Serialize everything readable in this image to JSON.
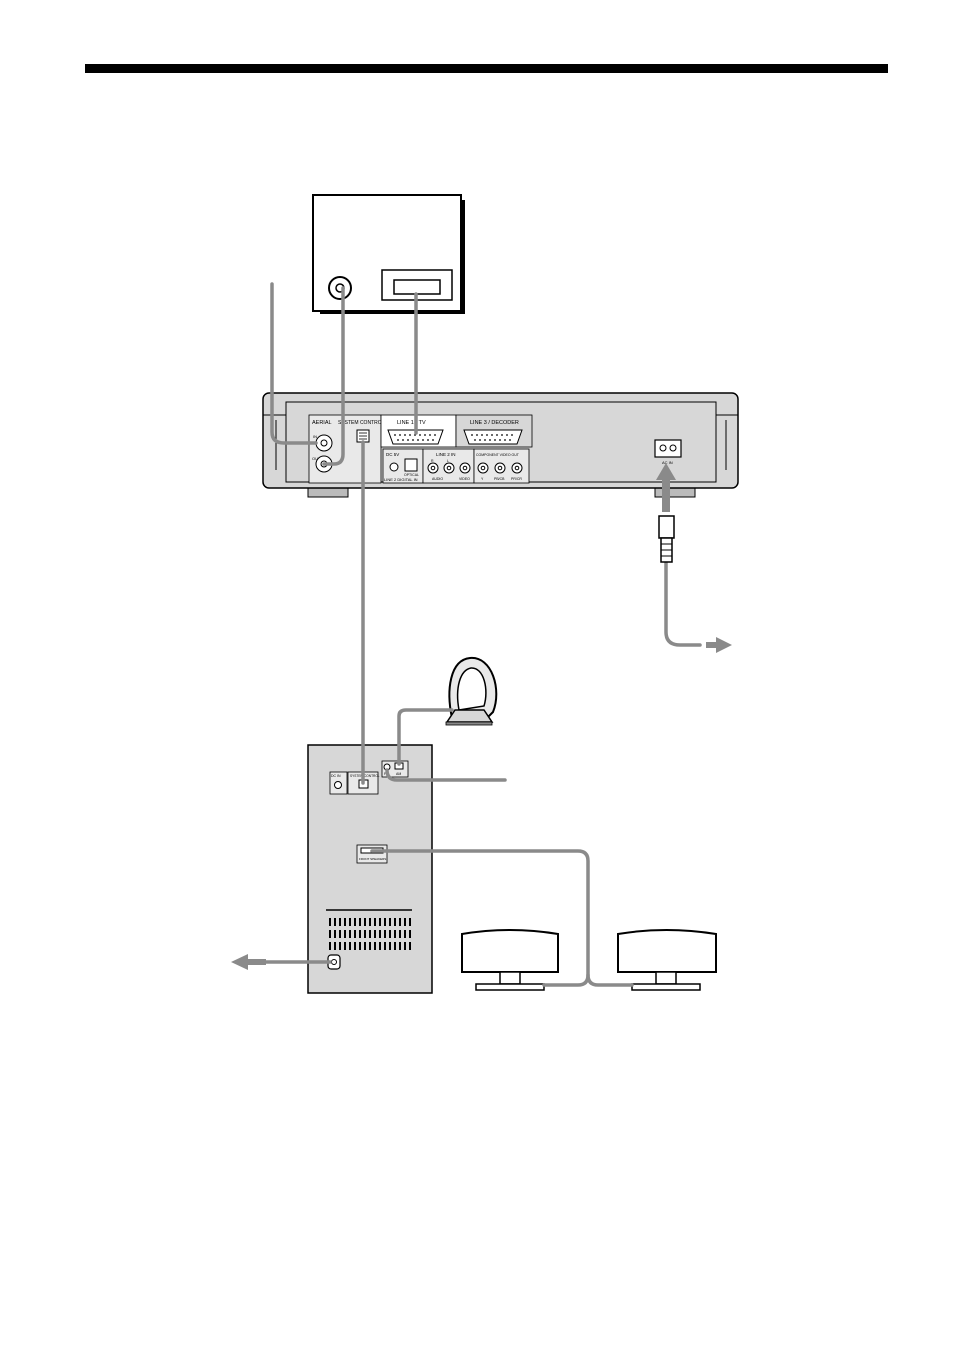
{
  "colors": {
    "rule": "#000000",
    "cable": "#8a8a8a",
    "panel": "#d7d7d7",
    "panel_dark": "#bdbdbd",
    "outline": "#000000",
    "background": "#ffffff"
  },
  "recorder": {
    "labels": {
      "aerial": "AERIAL",
      "aerial_in": "IN",
      "aerial_out": "OUT",
      "system_control": "SYSTEM CONTROL",
      "line1_tv": "LINE 1 - TV",
      "line3_decoder": "LINE 3 / DECODER",
      "dc5v": "DC 5V",
      "optical": "OPTICAL",
      "line2_digital_in": "LINE 2 DIGITAL IN",
      "line2_in": "LINE 2 IN",
      "line2_r": "R",
      "line2_l": "L",
      "line2_audio": "AUDIO",
      "line2_video": "VIDEO",
      "component_video_out": "COMPONENT VIDEO OUT",
      "comp_y": "Y",
      "comp_pb": "PB/CB",
      "comp_pr": "PR/CR",
      "ac_in": "AC IN"
    }
  },
  "subwoofer": {
    "labels": {
      "dc_in": "DC IN",
      "system_control": "SYSTEM CONTROL",
      "am": "AM",
      "fm": "FM",
      "front_speakers": "FRONT SPEAKERS"
    }
  }
}
